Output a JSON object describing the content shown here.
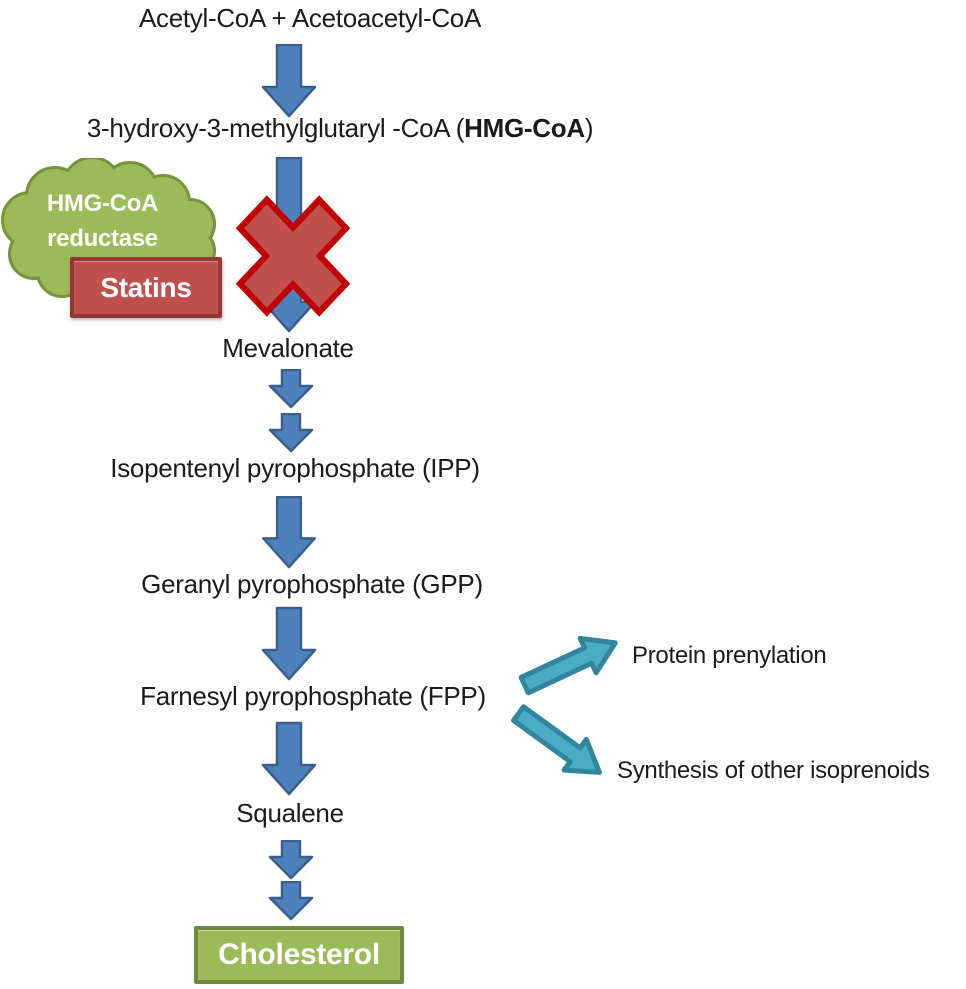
{
  "diagram": {
    "title_implicit": "Cholesterol synthesis (mevalonate) pathway with statin inhibition",
    "nodes": {
      "acetyl": "Acetyl-CoA + Acetoacetyl-CoA",
      "hmg_prefix": "3-hydroxy-3-methylglutaryl -CoA (",
      "hmg_bold": "HMG-CoA",
      "hmg_suffix": ")",
      "mevalonate": "Mevalonate",
      "ipp": "Isopentenyl pyrophosphate (IPP)",
      "gpp": "Geranyl pyrophosphate (GPP)",
      "fpp": "Farnesyl pyrophosphate (FPP)",
      "squalene": "Squalene",
      "cholesterol": "Cholesterol"
    },
    "enzyme_cloud": {
      "line1": "HMG-CoA",
      "line2": "reductase"
    },
    "inhibitor": {
      "label": "Statins"
    },
    "branches": {
      "upper": "Protein prenylation",
      "lower": "Synthesis of other isoprenoids"
    },
    "icons": {
      "down_arrow": "blue block arrow pointing down",
      "blocked_cross": "red X blocking the reaction arrow",
      "branch_arrow": "teal block arrow pointing to side product"
    },
    "colors": {
      "background": "#FFFFFF",
      "text": "#1B1B1B",
      "arrow_blue_fill": "#4E81BC",
      "arrow_blue_stroke": "#3A5F8B",
      "cloud_fill": "#9BBB59",
      "cloud_stroke": "#77933C",
      "statins_fill": "#C0504D",
      "statins_stroke": "#943634",
      "cross_fill": "#C0504D",
      "cross_stroke": "#C00000",
      "teal_fill": "#4BACC6",
      "teal_stroke": "#31859C",
      "cholesterol_fill": "#9BBB59",
      "cholesterol_stroke": "#71893F"
    }
  }
}
